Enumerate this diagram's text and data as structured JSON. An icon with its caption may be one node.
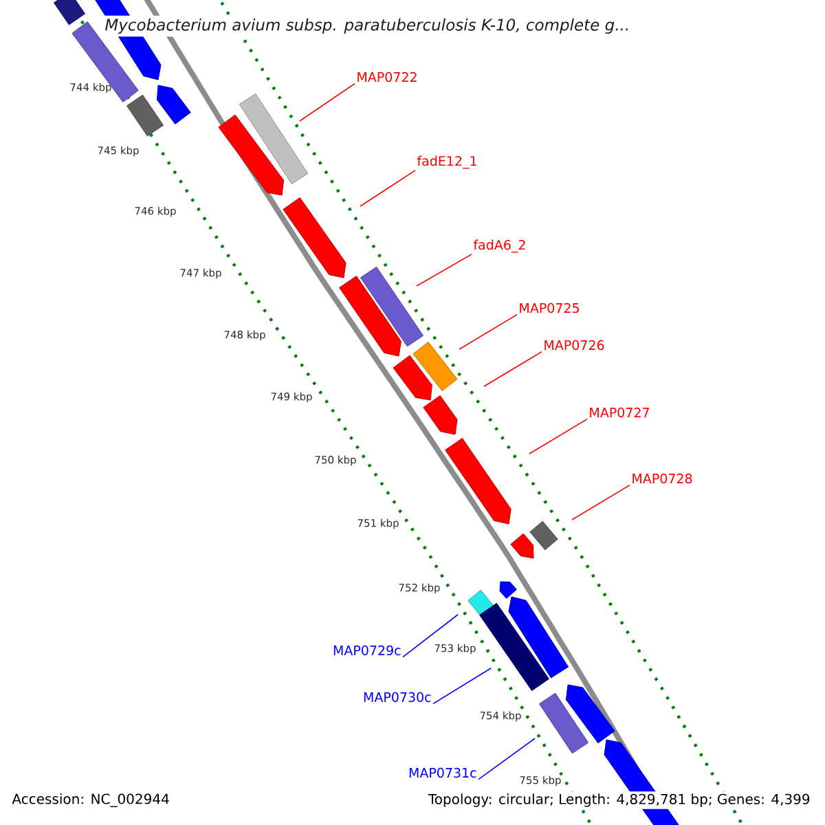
{
  "diagram": {
    "title": "Mycobacterium avium subsp. paratuberculosis K-10, complete g...",
    "nodes": [
      {
        "text": [
          "MAP0722"
        ]
      },
      {
        "text": [
          "fadE12_1"
        ]
      },
      {
        "text": [
          "fadA6_2"
        ]
      },
      {
        "text": [
          "MAP0725"
        ]
      },
      {
        "text": [
          "MAP0726"
        ]
      },
      {
        "text": [
          "MAP0727"
        ]
      },
      {
        "text": [
          "MAP0728"
        ]
      },
      {
        "text": [
          "MAP0729c"
        ]
      },
      {
        "text": [
          "MAP0730c"
        ]
      },
      {
        "text": [
          "MAP0731c"
        ]
      }
    ],
    "edges": [
      {
        "from": 0,
        "to": null,
        "arrow": "none"
      },
      {
        "from": 1,
        "to": null,
        "arrow": "none"
      },
      {
        "from": 2,
        "to": null,
        "arrow": "none"
      },
      {
        "from": 3,
        "to": null,
        "arrow": "none"
      },
      {
        "from": 4,
        "to": null,
        "arrow": "none"
      },
      {
        "from": 5,
        "to": null,
        "arrow": "none"
      },
      {
        "from": 6,
        "to": null,
        "arrow": "none"
      },
      {
        "from": 7,
        "to": null,
        "arrow": "none",
        "color": "#0000ff"
      },
      {
        "from": 8,
        "to": null,
        "arrow": "none",
        "color": "#0000ff"
      },
      {
        "from": 9,
        "to": null,
        "arrow": "none",
        "color": "#0000ff"
      }
    ],
    "labels": [
      "744 kbp",
      "745 kbp",
      "746 kbp",
      "747 kbp",
      "748 kbp",
      "749 kbp",
      "750 kbp",
      "751 kbp",
      "752 kbp",
      "753 kbp",
      "754 kbp",
      "755 kbp",
      "Accession: NC_002944",
      "Topology: circular; Length: 4,829,781 bp; Genes: 4,399"
    ]
  }
}
